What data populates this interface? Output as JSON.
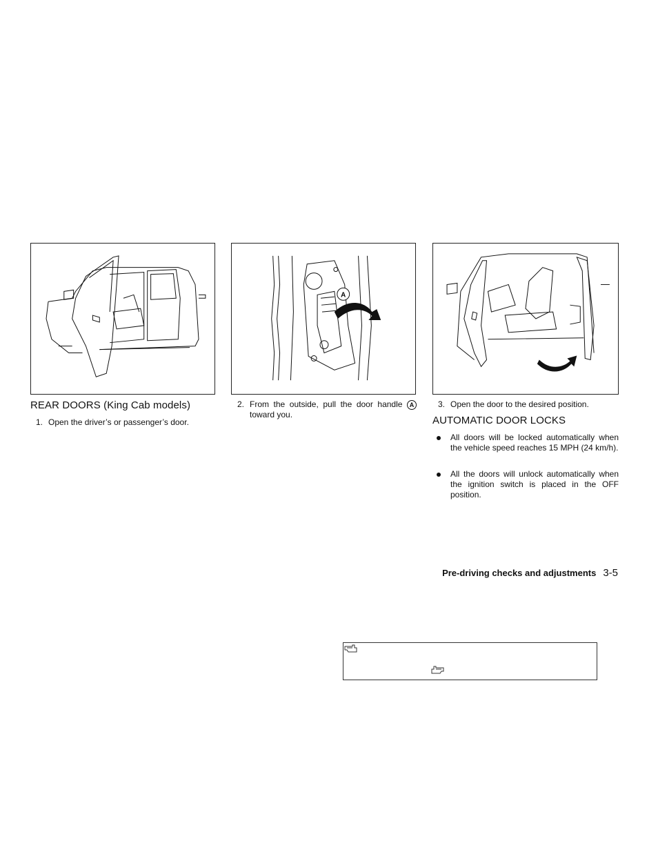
{
  "sections": {
    "rear_doors": {
      "heading": "REAR DOORS (King Cab models)",
      "steps": [
        {
          "num": "1.",
          "text": "Open the driver’s or passenger’s door."
        },
        {
          "num": "2.",
          "text_before": "From the outside, pull the door handle",
          "callout": "A",
          "text_after": "toward you."
        },
        {
          "num": "3.",
          "text": "Open the door to the desired position."
        }
      ]
    },
    "automatic_door_locks": {
      "heading": "AUTOMATIC DOOR LOCKS",
      "bullets": [
        "All doors will be locked automatically when the vehicle speed reaches 15 MPH (24 km/h).",
        "All the doors will unlock automatically when the ignition switch is placed in the OFF position."
      ]
    }
  },
  "figures": {
    "figure2": {
      "callout_label": "A"
    }
  },
  "footer": {
    "section_title": "Pre-driving checks and adjustments",
    "page_number": "3-5"
  },
  "icons": [
    "pointing-hand-icon",
    "pointing-hand-icon"
  ]
}
